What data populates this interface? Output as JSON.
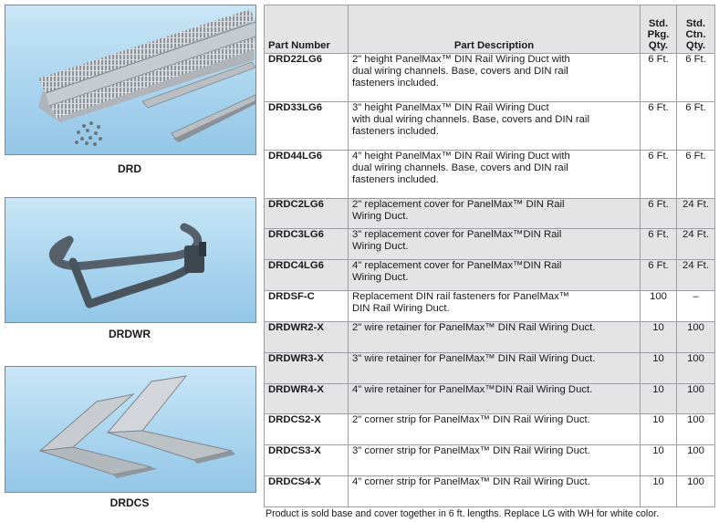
{
  "images": [
    {
      "caption": "DRD",
      "icon": "din-rail-wiring-duct-photo"
    },
    {
      "caption": "DRDWR",
      "icon": "wire-retainer-photo"
    },
    {
      "caption": "DRDCS",
      "icon": "corner-strip-photo"
    }
  ],
  "table": {
    "headers": {
      "part_number": "Part Number",
      "description": "Part Description",
      "pkg_qty": [
        "Std.",
        "Pkg.",
        "Qty."
      ],
      "ctn_qty": [
        "Std.",
        "Ctn.",
        "Qty."
      ]
    },
    "rows": [
      {
        "part": "DRD22LG6",
        "desc": [
          "2\" height PanelMax™ DIN Rail Wiring Duct with",
          "dual wiring channels. Base, covers and DIN rail",
          "fasteners included."
        ],
        "pkg": "6 Ft.",
        "ctn": "6 Ft."
      },
      {
        "part": "DRD33LG6",
        "desc": [
          "3\" height PanelMax™ DIN Rail Wiring Duct",
          "with dual wiring channels. Base, covers and DIN rail",
          "fasteners included."
        ],
        "pkg": "6 Ft.",
        "ctn": "6 Ft."
      },
      {
        "part": "DRD44LG6",
        "desc": [
          "4\" height PanelMax™ DIN Rail Wiring Duct with",
          "dual wiring channels. Base, covers and DIN rail",
          "fasteners included."
        ],
        "pkg": "6 Ft.",
        "ctn": "6 Ft."
      },
      {
        "part": "DRDC2LG6",
        "desc": [
          "2\" replacement cover for PanelMax™ DIN Rail",
          "Wiring Duct."
        ],
        "pkg": "6 Ft.",
        "ctn": "24 Ft."
      },
      {
        "part": "DRDC3LG6",
        "desc": [
          "3\" replacement cover for PanelMax™DIN Rail",
          "Wiring Duct."
        ],
        "pkg": "6 Ft.",
        "ctn": "24 Ft."
      },
      {
        "part": "DRDC4LG6",
        "desc": [
          "4\" replacement cover for PanelMax™DIN Rail",
          "Wiring Duct."
        ],
        "pkg": "6 Ft.",
        "ctn": "24 Ft."
      },
      {
        "part": "DRDSF-C",
        "desc": [
          "Replacement DIN rail fasteners for PanelMax™",
          "DIN Rail Wiring Duct."
        ],
        "pkg": "100",
        "ctn": "–"
      },
      {
        "part": "DRDWR2-X",
        "desc": [
          "2\" wire retainer for PanelMax™ DIN Rail Wiring Duct."
        ],
        "pkg": "10",
        "ctn": "100"
      },
      {
        "part": "DRDWR3-X",
        "desc": [
          "3\" wire retainer for PanelMax™ DIN Rail Wiring Duct."
        ],
        "pkg": "10",
        "ctn": "100"
      },
      {
        "part": "DRDWR4-X",
        "desc": [
          "4\" wire retainer for PanelMax™DIN Rail Wiring Duct."
        ],
        "pkg": "10",
        "ctn": "100"
      },
      {
        "part": "DRDCS2-X",
        "desc": [
          "2\" corner strip for PanelMax™ DIN Rail Wiring Duct."
        ],
        "pkg": "10",
        "ctn": "100"
      },
      {
        "part": "DRDCS3-X",
        "desc": [
          "3\" corner strip for PanelMax™ DIN Rail Wiring Duct."
        ],
        "pkg": "10",
        "ctn": "100"
      },
      {
        "part": "DRDCS4-X",
        "desc": [
          "4\" corner strip for PanelMax™ DIN Rail Wiring Duct."
        ],
        "pkg": "10",
        "ctn": "100"
      }
    ]
  },
  "footnote": "Product is sold base and cover together in 6 ft. lengths. Replace LG with WH for white color."
}
